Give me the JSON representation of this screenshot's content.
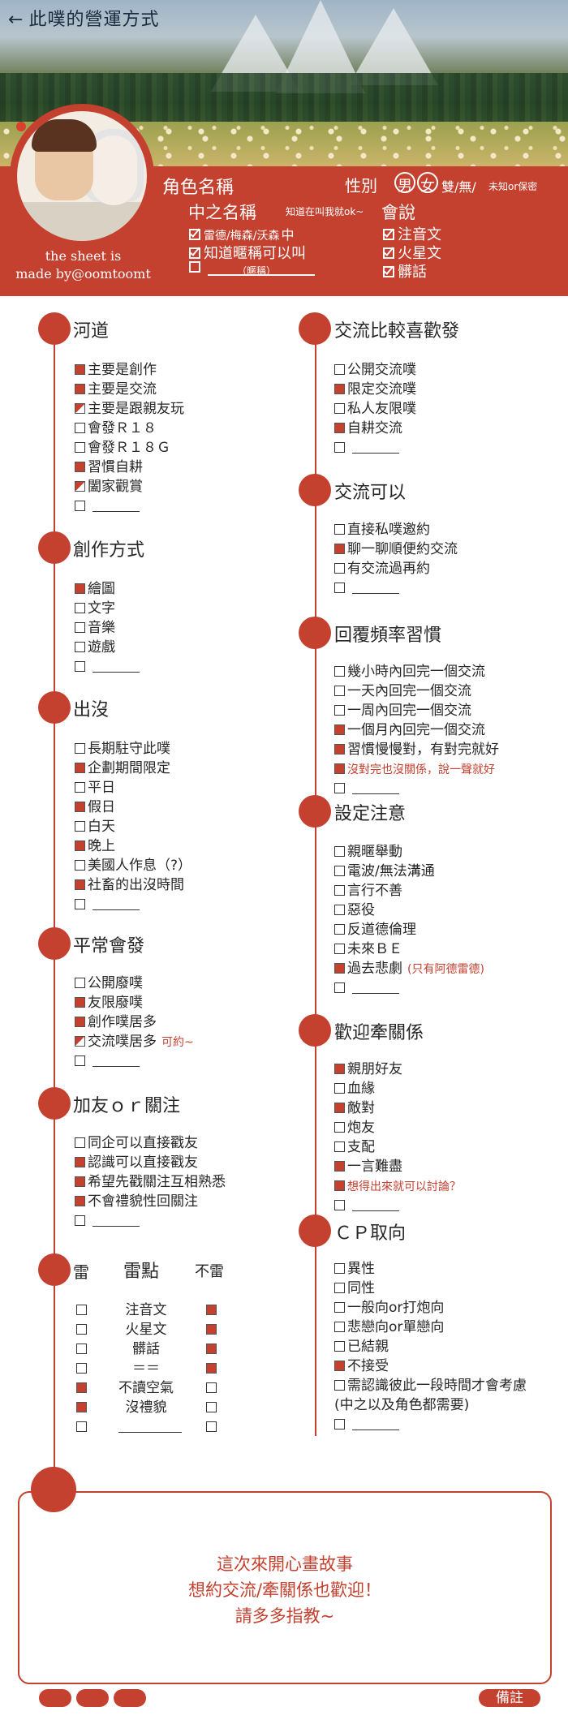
{
  "header": {
    "back_arrow": "←",
    "title": "此噗的營運方式"
  },
  "credit": {
    "line1": "the sheet is",
    "line2": "made by@oomtoomt"
  },
  "profile": {
    "char_name_label": "角色名稱",
    "gender_label": "性別",
    "gender_male": "男",
    "gender_female": "女",
    "gender_rest": "雙/無/",
    "gender_unknown": "未知or保密",
    "nickname_label": "中之名稱",
    "nickname_hint": "知道在叫我就ok~",
    "nick_items": [
      {
        "text": "雷德/梅森/沃森",
        "suffix": "中",
        "checked": true
      },
      {
        "text": "知道暱稱可以叫",
        "checked": true
      },
      {
        "text": "（暱稱）",
        "checked": false
      }
    ],
    "speak_label": "會說",
    "speak_items": [
      {
        "text": "注音文",
        "checked": true
      },
      {
        "text": "火星文",
        "checked": true
      },
      {
        "text": "髒話",
        "checked": true
      }
    ]
  },
  "sections": {
    "river": {
      "title": "河道",
      "items": [
        {
          "text": "主要是創作",
          "state": "on"
        },
        {
          "text": "主要是交流",
          "state": "on"
        },
        {
          "text": "主要是跟親友玩",
          "state": "half"
        },
        {
          "text": "會發Ｒ１８",
          "state": "off"
        },
        {
          "text": "會發Ｒ１８Ｇ",
          "state": "off"
        },
        {
          "text": "習慣自耕",
          "state": "on"
        },
        {
          "text": "闔家觀賞",
          "state": "half"
        }
      ]
    },
    "create": {
      "title": "創作方式",
      "items": [
        {
          "text": "繪圖",
          "state": "on"
        },
        {
          "text": "文字",
          "state": "off"
        },
        {
          "text": "音樂",
          "state": "off"
        },
        {
          "text": "遊戲",
          "state": "off"
        }
      ]
    },
    "appear": {
      "title": "出沒",
      "items": [
        {
          "text": "長期駐守此噗",
          "state": "off"
        },
        {
          "text": "企劃期間限定",
          "state": "on"
        },
        {
          "text": "平日",
          "state": "off"
        },
        {
          "text": "假日",
          "state": "on"
        },
        {
          "text": "白天",
          "state": "off"
        },
        {
          "text": "晚上",
          "state": "on"
        },
        {
          "text": "美國人作息（?）",
          "state": "off"
        },
        {
          "text": "社畜的出沒時間",
          "state": "on"
        }
      ]
    },
    "usual": {
      "title": "平常會發",
      "items": [
        {
          "text": "公開廢噗",
          "state": "off"
        },
        {
          "text": "友限廢噗",
          "state": "on"
        },
        {
          "text": "創作噗居多",
          "state": "on"
        },
        {
          "text": "交流噗居多",
          "state": "half",
          "note": "可約~"
        }
      ]
    },
    "follow": {
      "title": "加友ｏｒ關注",
      "items": [
        {
          "text": "同企可以直接戳友",
          "state": "off"
        },
        {
          "text": "認識可以直接戳友",
          "state": "on"
        },
        {
          "text": "希望先戳關注互相熟悉",
          "state": "on"
        },
        {
          "text": "不會禮貌性回關注",
          "state": "on"
        }
      ]
    },
    "mines": {
      "title_left": "雷",
      "title": "雷點",
      "title_right": "不雷",
      "rows": [
        {
          "label": "注音文",
          "left": "off",
          "right": "on"
        },
        {
          "label": "火星文",
          "left": "off",
          "right": "on"
        },
        {
          "label": "髒話",
          "left": "off",
          "right": "on"
        },
        {
          "label": "＝＝",
          "left": "off",
          "right": "on"
        },
        {
          "label": "不讀空氣",
          "left": "on",
          "right": "off"
        },
        {
          "label": "沒禮貌",
          "left": "on",
          "right": "off"
        }
      ]
    },
    "exchange_pref": {
      "title": "交流比較喜歡發",
      "items": [
        {
          "text": "公開交流噗",
          "state": "off"
        },
        {
          "text": "限定交流噗",
          "state": "on"
        },
        {
          "text": "私人友限噗",
          "state": "off"
        },
        {
          "text": "自耕交流",
          "state": "on"
        }
      ]
    },
    "exchange_ok": {
      "title": "交流可以",
      "items": [
        {
          "text": "直接私噗邀約",
          "state": "off"
        },
        {
          "text": "聊一聊順便約交流",
          "state": "on"
        },
        {
          "text": "有交流過再約",
          "state": "off"
        }
      ]
    },
    "reply": {
      "title": "回覆頻率習慣",
      "items": [
        {
          "text": "幾小時內回完一個交流",
          "state": "off"
        },
        {
          "text": "一天內回完一個交流",
          "state": "off"
        },
        {
          "text": "一周內回完一個交流",
          "state": "off"
        },
        {
          "text": "一個月內回完一個交流",
          "state": "on"
        },
        {
          "text": "習慣慢慢對，有對完就好",
          "state": "on"
        },
        {
          "text": "沒對完也沒關係，說一聲就好",
          "state": "on",
          "red": true
        }
      ]
    },
    "setting": {
      "title": "設定注意",
      "items": [
        {
          "text": "親暱舉動",
          "state": "off"
        },
        {
          "text": "電波/無法溝通",
          "state": "off"
        },
        {
          "text": "言行不善",
          "state": "off"
        },
        {
          "text": "惡役",
          "state": "off"
        },
        {
          "text": "反道德倫理",
          "state": "off"
        },
        {
          "text": "未來ＢＥ",
          "state": "off"
        },
        {
          "text": "過去悲劇",
          "state": "on",
          "note": "(只有阿德雷德)"
        }
      ]
    },
    "relation": {
      "title": "歡迎牽關係",
      "items": [
        {
          "text": "親朋好友",
          "state": "on"
        },
        {
          "text": "血緣",
          "state": "off"
        },
        {
          "text": "敵對",
          "state": "on"
        },
        {
          "text": "炮友",
          "state": "off"
        },
        {
          "text": "支配",
          "state": "off"
        },
        {
          "text": "一言難盡",
          "state": "on"
        },
        {
          "text": "想得出來就可以討論？",
          "state": "on",
          "red": true
        }
      ]
    },
    "cp": {
      "title": "ＣＰ取向",
      "items": [
        {
          "text": "異性",
          "state": "off"
        },
        {
          "text": "同性",
          "state": "off"
        },
        {
          "text": "一般向or打炮向",
          "state": "off"
        },
        {
          "text": "悲戀向or單戀向",
          "state": "off"
        },
        {
          "text": "已結親",
          "state": "off"
        },
        {
          "text": "不接受",
          "state": "on"
        },
        {
          "text": "需認識彼此一段時間才會考慮",
          "state": "off"
        },
        {
          "text": "(中之以及角色都需要)",
          "state": "none"
        }
      ]
    }
  },
  "message": {
    "line1": "這次來開心畫故事",
    "line2": "想約交流/牽關係也歡迎！",
    "line3": "請多多指教~"
  },
  "footer": {
    "note_label": "備註"
  },
  "colors": {
    "accent": "#c4402f",
    "text": "#262626"
  }
}
